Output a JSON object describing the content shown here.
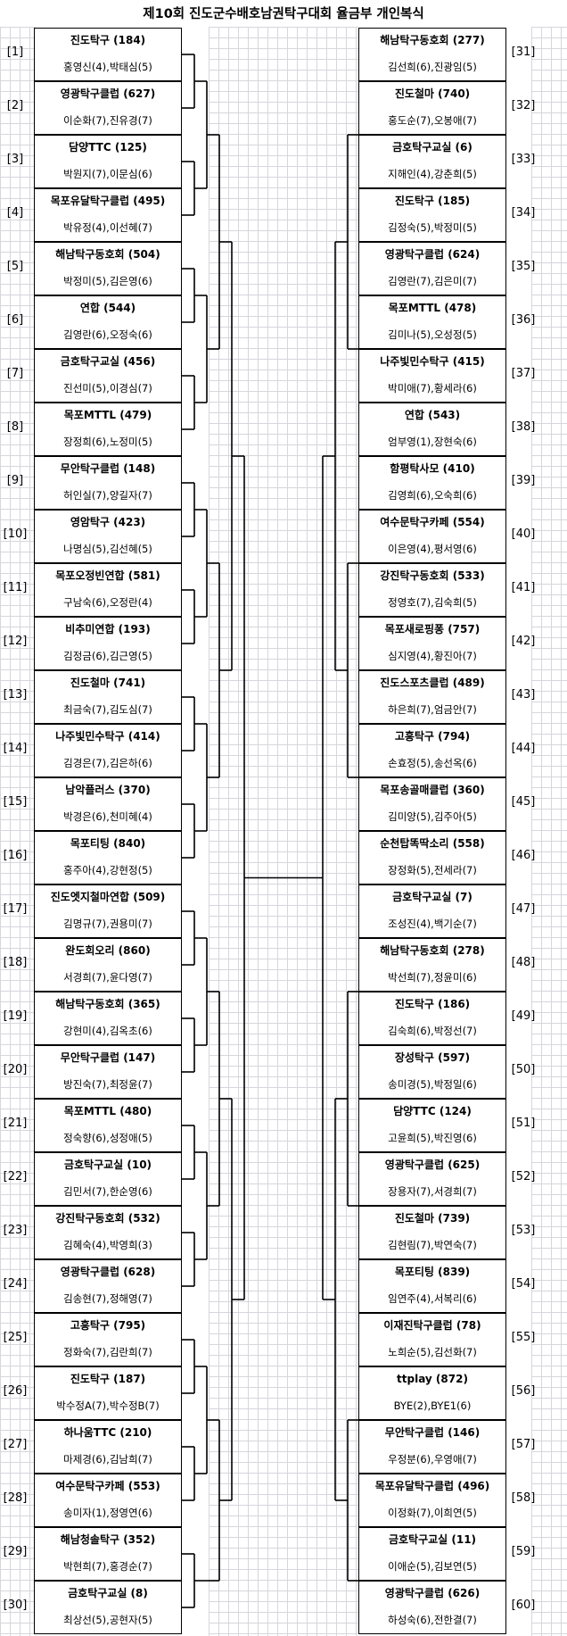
{
  "title": "제10회 진도군수배호남권탁구대회  율금부 개인복식",
  "entries_left": [
    {
      "number": "[1]",
      "team": "진도탁구 (184)",
      "players": "홍영신(4),박태심(5)"
    },
    {
      "number": "[2]",
      "team": "영광탁구클럽 (627)",
      "players": "이순화(7),진유경(7)"
    },
    {
      "number": "[3]",
      "team": "담양TTC (125)",
      "players": "박원지(7),이문심(6)"
    },
    {
      "number": "[4]",
      "team": "목포유달탁구클럽 (495)",
      "players": "박유정(4),이선혜(7)"
    },
    {
      "number": "[5]",
      "team": "해남탁구동호회 (504)",
      "players": "박정미(5),김은영(6)"
    },
    {
      "number": "[6]",
      "team": "연합 (544)",
      "players": "김영란(6),오정숙(6)"
    },
    {
      "number": "[7]",
      "team": "금호탁구교실 (456)",
      "players": "진선미(5),이경심(7)"
    },
    {
      "number": "[8]",
      "team": "목포MTTL (479)",
      "players": "장정희(6),노정미(5)"
    },
    {
      "number": "[9]",
      "team": "무안탁구클럽 (148)",
      "players": "허인실(7),양길자(7)"
    },
    {
      "number": "[10]",
      "team": "영암탁구 (423)",
      "players": "나명심(5),김선혜(5)"
    },
    {
      "number": "[11]",
      "team": "목포오정빈연합 (581)",
      "players": "구남숙(6),오정란(4)"
    },
    {
      "number": "[12]",
      "team": "비추미연합 (193)",
      "players": "김정금(6),김근영(5)"
    },
    {
      "number": "[13]",
      "team": "진도철마 (741)",
      "players": "최금숙(7),김도심(7)"
    },
    {
      "number": "[14]",
      "team": "나주빛민수탁구 (414)",
      "players": "김경은(7),김은하(6)"
    },
    {
      "number": "[15]",
      "team": "남악플러스 (370)",
      "players": "박경은(6),천미혜(4)"
    },
    {
      "number": "[16]",
      "team": "목포티팅 (840)",
      "players": "홍주아(4),강현정(5)"
    },
    {
      "number": "[17]",
      "team": "진도엣지철마연합 (509)",
      "players": "김명규(7),권용미(7)"
    },
    {
      "number": "[18]",
      "team": "완도회오리 (860)",
      "players": "서경희(7),윤다영(7)"
    },
    {
      "number": "[19]",
      "team": "해남탁구동호회 (365)",
      "players": "강현미(4),김옥초(6)"
    },
    {
      "number": "[20]",
      "team": "무안탁구클럽 (147)",
      "players": "방진숙(7),최정윤(7)"
    },
    {
      "number": "[21]",
      "team": "목포MTTL (480)",
      "players": "정숙향(6),성정애(5)"
    },
    {
      "number": "[22]",
      "team": "금호탁구교실 (10)",
      "players": "김민서(7),한순영(6)"
    },
    {
      "number": "[23]",
      "team": "강진탁구동호회 (532)",
      "players": "김혜숙(4),박영희(3)"
    },
    {
      "number": "[24]",
      "team": "영광탁구클럽 (628)",
      "players": "김송현(7),정해영(7)"
    },
    {
      "number": "[25]",
      "team": "고흥탁구 (795)",
      "players": "정화숙(7),김란희(7)"
    },
    {
      "number": "[26]",
      "team": "진도탁구 (187)",
      "players": "박수정A(7),박수정B(7)"
    },
    {
      "number": "[27]",
      "team": "하나움TTC (210)",
      "players": "마제경(6),김남희(7)"
    },
    {
      "number": "[28]",
      "team": "여수문탁구카페 (553)",
      "players": "송미자(1),정영연(6)"
    },
    {
      "number": "[29]",
      "team": "해남청솔탁구 (352)",
      "players": "박현희(7),홍경순(7)"
    },
    {
      "number": "[30]",
      "team": "금호탁구교실 (8)",
      "players": "최상선(5),공현자(5)"
    }
  ],
  "entries_right": [
    {
      "number": "[31]",
      "team": "해남탁구동호회 (277)",
      "players": "김선희(6),진광임(5)"
    },
    {
      "number": "[32]",
      "team": "진도철마 (740)",
      "players": "홍도순(7),오봉애(7)"
    },
    {
      "number": "[33]",
      "team": "금호탁구교실 (6)",
      "players": "지해인(4),강춘희(5)"
    },
    {
      "number": "[34]",
      "team": "진도탁구 (185)",
      "players": "김정숙(5),박정미(5)"
    },
    {
      "number": "[35]",
      "team": "영광탁구클럽 (624)",
      "players": "김영란(7),김은미(7)"
    },
    {
      "number": "[36]",
      "team": "목포MTTL (478)",
      "players": "김미나(5),오성정(5)"
    },
    {
      "number": "[37]",
      "team": "나주빛민수탁구 (415)",
      "players": "박미애(7),황세라(6)"
    },
    {
      "number": "[38]",
      "team": "연합 (543)",
      "players": "엄부영(1),장현숙(6)"
    },
    {
      "number": "[39]",
      "team": "함평탁사모 (410)",
      "players": "김영희(6),오숙희(6)"
    },
    {
      "number": "[40]",
      "team": "여수문탁구카페 (554)",
      "players": "이은영(4),평서영(6)"
    },
    {
      "number": "[41]",
      "team": "강진탁구동호회 (533)",
      "players": "정영호(7),김숙희(5)"
    },
    {
      "number": "[42]",
      "team": "목포새로핑퐁 (757)",
      "players": "심지영(4),황진아(7)"
    },
    {
      "number": "[43]",
      "team": "진도스포츠클럽 (489)",
      "players": "하은희(7),엄금안(7)"
    },
    {
      "number": "[44]",
      "team": "고흥탁구 (794)",
      "players": "손효정(5),송선옥(6)"
    },
    {
      "number": "[45]",
      "team": "목포송골매클럽 (360)",
      "players": "김미양(5),김주아(5)"
    },
    {
      "number": "[46]",
      "team": "순천탑똑딱소리 (558)",
      "players": "장정화(5),전세라(7)"
    },
    {
      "number": "[47]",
      "team": "금호탁구교실 (7)",
      "players": "조성진(4),백기순(7)"
    },
    {
      "number": "[48]",
      "team": "해남탁구동호회 (278)",
      "players": "박선희(7),정윤미(6)"
    },
    {
      "number": "[49]",
      "team": "진도탁구 (186)",
      "players": "김숙희(6),박정선(7)"
    },
    {
      "number": "[50]",
      "team": "장성탁구 (597)",
      "players": "송미경(5),박정일(6)"
    },
    {
      "number": "[51]",
      "team": "담양TTC (124)",
      "players": "고윤희(5),박진영(6)"
    },
    {
      "number": "[52]",
      "team": "영광탁구클럽 (625)",
      "players": "장용자(7),서경희(7)"
    },
    {
      "number": "[53]",
      "team": "진도철마 (739)",
      "players": "김현림(7),박연숙(7)"
    },
    {
      "number": "[54]",
      "team": "목포티팅 (839)",
      "players": "임연주(4),서복리(6)"
    },
    {
      "number": "[55]",
      "team": "이재진탁구클럽 (78)",
      "players": "노희순(5),김선화(7)"
    },
    {
      "number": "[56]",
      "team": "ttplay (872)",
      "players": "BYE(2),BYE1(6)"
    },
    {
      "number": "[57]",
      "team": "무안탁구클럽 (146)",
      "players": "우정분(6),우영애(7)"
    },
    {
      "number": "[58]",
      "team": "목포유달탁구클럽 (496)",
      "players": "이정화(7),이희연(5)"
    },
    {
      "number": "[59]",
      "team": "금호탁구교실 (11)",
      "players": "이애순(5),김보연(5)"
    },
    {
      "number": "[60]",
      "team": "영광탁구클럽 (626)",
      "players": "하성숙(6),전한결(7)"
    }
  ]
}
